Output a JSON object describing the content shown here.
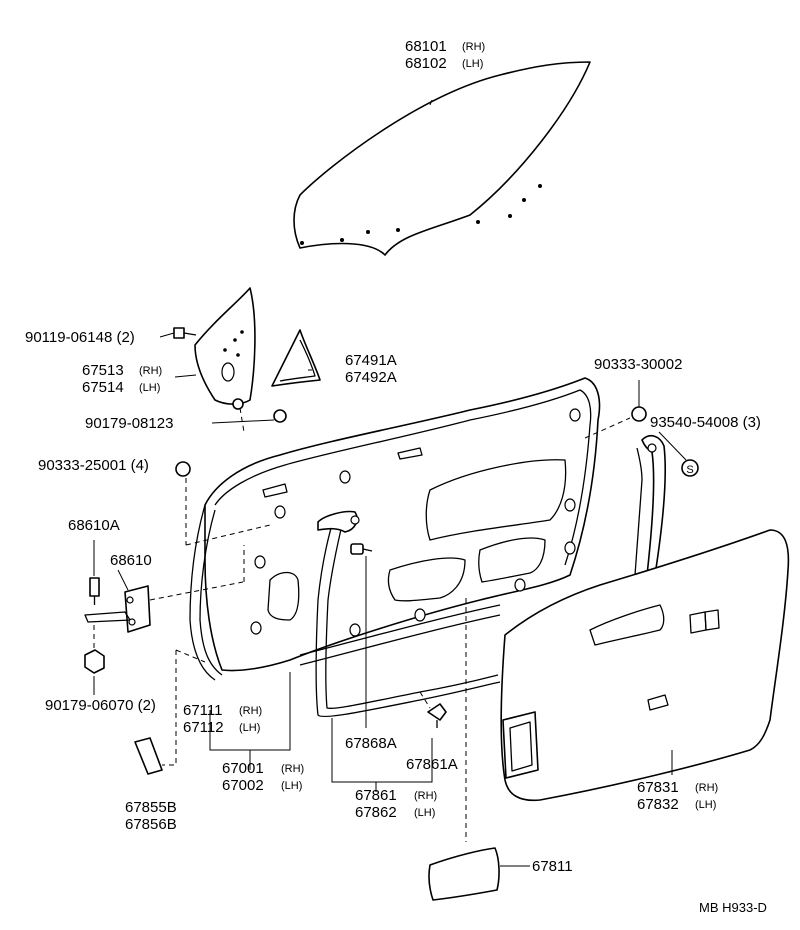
{
  "labels": {
    "glass": {
      "n1": "68101",
      "s1": "(RH)",
      "n2": "68102",
      "s2": "(LH)"
    },
    "bolt_top": "90119-06148 (2)",
    "frame_sash": {
      "n1": "67513",
      "s1": "(RH)",
      "n2": "67514",
      "s2": "(LH)"
    },
    "cover": {
      "n1": "67491A",
      "n2": "67492A"
    },
    "nut_sash": "90179-08123",
    "plug_right": "90333-30002",
    "screw_right": "93540-54008 (3)",
    "plug_left": "90333-25001 (4)",
    "check_bolt": "68610A",
    "check": "68610",
    "nut_check": "90179-06070 (2)",
    "panel_outer": {
      "n1": "67111",
      "s1": "(RH)",
      "n2": "67112",
      "s2": "(LH)"
    },
    "panel_assy": {
      "n1": "67001",
      "s1": "(RH)",
      "n2": "67002",
      "s2": "(LH)"
    },
    "protector": {
      "n1": "67855B",
      "n2": "67856B"
    },
    "weather_clip": "67868A",
    "clip": "67861A",
    "weatherstrip": {
      "n1": "67861",
      "s1": "(RH)",
      "n2": "67862",
      "s2": "(LH)"
    },
    "trim": {
      "n1": "67831",
      "s1": "(RH)",
      "n2": "67832",
      "s2": "(LH)"
    },
    "service_cover": "67811",
    "screw_symbol": "S",
    "ref_code": "MB  H933-D"
  }
}
